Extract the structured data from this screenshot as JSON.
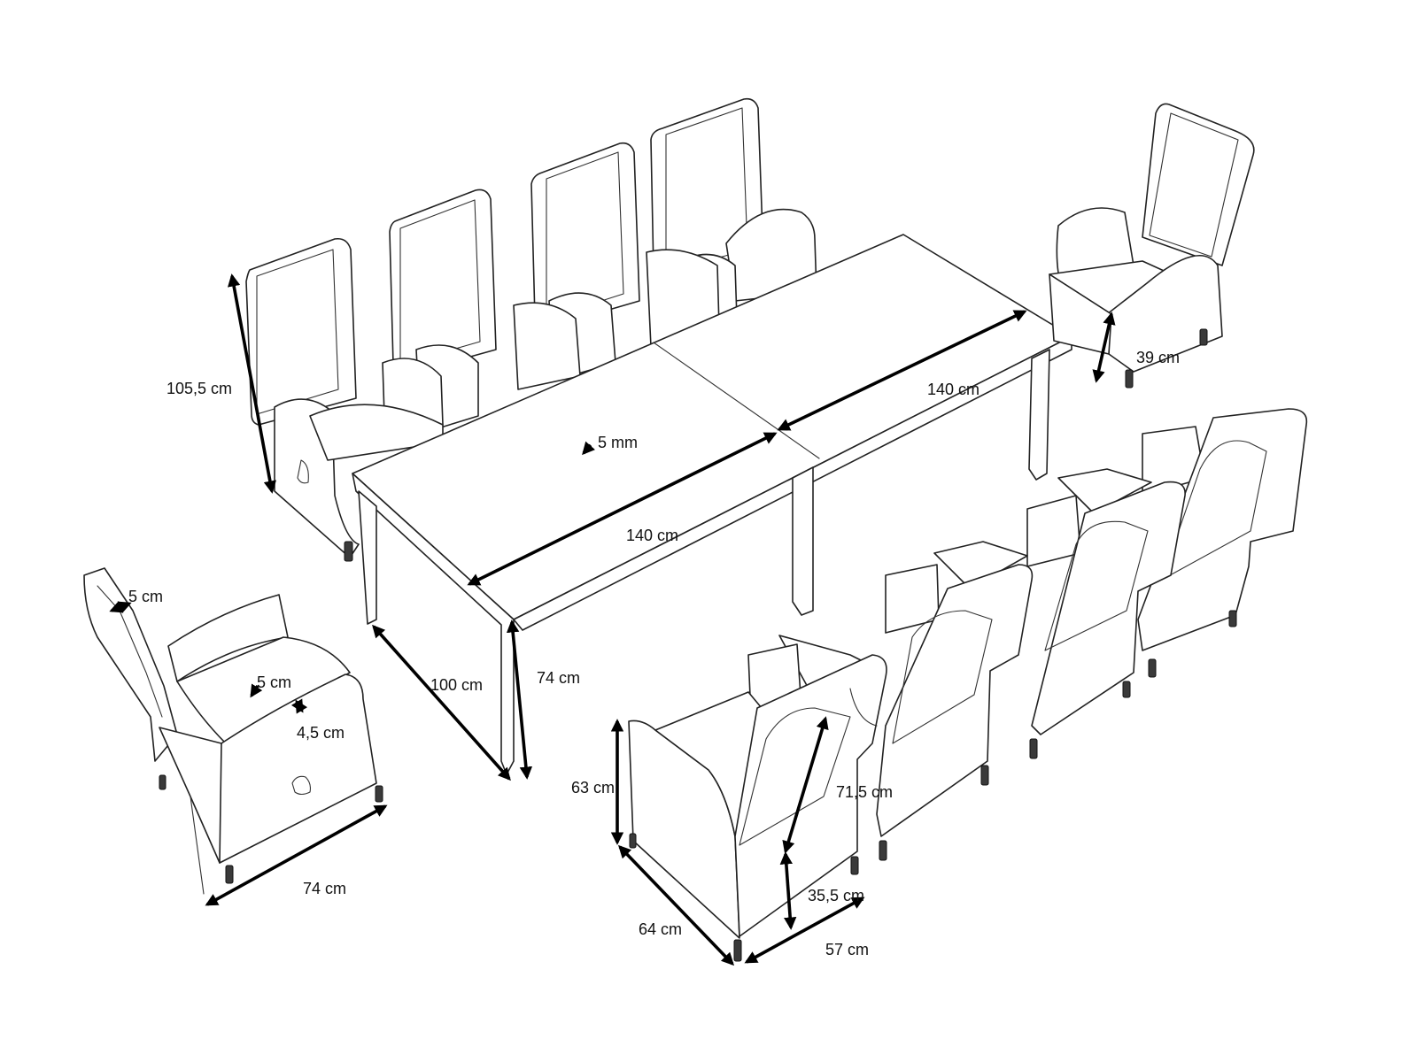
{
  "dimensions": {
    "chair_back_height": "105,5 cm",
    "armchair_seat_height": "39 cm",
    "table_length_right": "140 cm",
    "table_thickness": "5 mm",
    "table_length_front": "140 cm",
    "table_depth": "100 cm",
    "table_height": "74 cm",
    "cushion_side": "5 cm",
    "cushion_seat": "5 cm",
    "cushion_detail": "4,5 cm",
    "reclined_length": "74 cm",
    "arm_height": "63 cm",
    "back_height": "71,5 cm",
    "seat_height": "35,5 cm",
    "chair_depth": "64 cm",
    "chair_width": "57 cm"
  },
  "colors": {
    "line": "#222222",
    "arrow": "#000000",
    "background": "#ffffff"
  }
}
